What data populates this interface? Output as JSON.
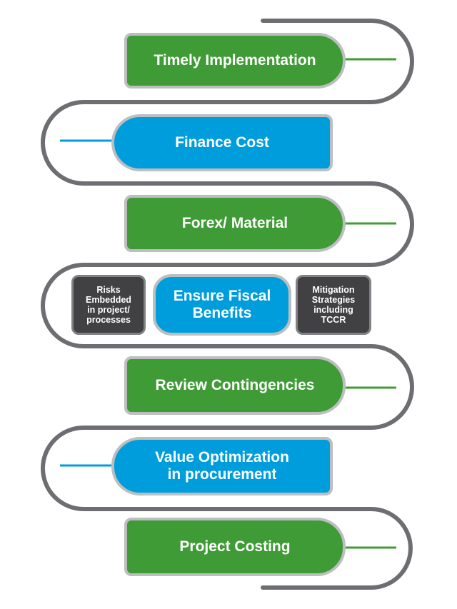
{
  "diagram": {
    "colors": {
      "green": "#3f9b35",
      "blue": "#009ddc",
      "dark_box": "#414042",
      "path_line": "#6d6e71",
      "pill_border": "#bcbec0",
      "text": "#ffffff"
    },
    "steps": [
      {
        "id": "timely-implementation",
        "label": "Timely Implementation",
        "color": "green"
      },
      {
        "id": "finance-cost",
        "label": "Finance Cost",
        "color": "blue"
      },
      {
        "id": "forex-material",
        "label": "Forex/ Material",
        "color": "green"
      },
      {
        "id": "ensure-fiscal-benefits",
        "label_line1": "Ensure Fiscal",
        "label_line2": "Benefits",
        "color": "blue"
      },
      {
        "id": "review-contingencies",
        "label": "Review Contingencies",
        "color": "green"
      },
      {
        "id": "value-optimization",
        "label_line1": "Value Optimization",
        "label_line2": "in procurement",
        "color": "blue"
      },
      {
        "id": "project-costing",
        "label": "Project Costing",
        "color": "green"
      }
    ],
    "side_boxes": {
      "left": {
        "lines": [
          "Risks",
          "Embedded",
          "in project/",
          "processes"
        ]
      },
      "right": {
        "lines": [
          "Mitigation",
          "Strategies",
          "including",
          "TCCR"
        ]
      }
    }
  }
}
